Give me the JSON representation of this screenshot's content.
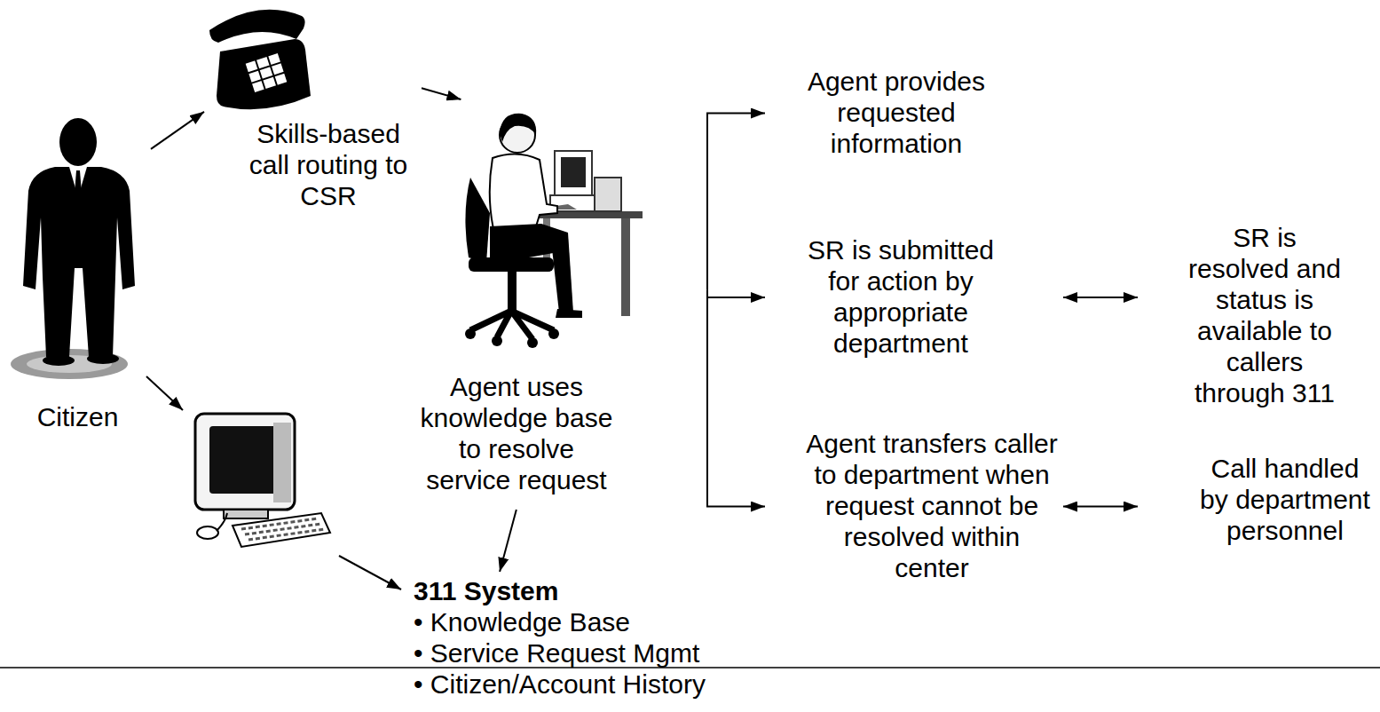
{
  "diagram": {
    "nodes": [
      {
        "text": [
          "Citizen"
        ]
      },
      {
        "text": [
          "Skills-based call routing to CSR"
        ]
      },
      {
        "text": [
          "Agent uses knowledge base to resolve service request"
        ]
      },
      {
        "text": [
          "311 System",
          "• Knowledge Base",
          "• Service Request Mgmt",
          "• Citizen/Account History"
        ]
      },
      {
        "text": [
          "Agent provides requested information"
        ]
      },
      {
        "text": [
          "SR is submitted for action by appropriate department"
        ]
      },
      {
        "text": [
          "SR is resolved and status is available to callers through 311"
        ]
      },
      {
        "text": [
          "Agent transfers caller to department when request cannot be resolved within center"
        ]
      },
      {
        "text": [
          "Call handled by department personnel"
        ]
      }
    ],
    "edges": [
      {
        "from": 0,
        "to": 1,
        "arrow": "to"
      },
      {
        "from": 1,
        "to": 2,
        "arrow": "to"
      },
      {
        "from": 2,
        "to": 3,
        "arrow": "to"
      },
      {
        "from": 2,
        "to": 4,
        "arrow": "to"
      },
      {
        "from": 2,
        "to": 5,
        "arrow": "to"
      },
      {
        "from": 2,
        "to": 7,
        "arrow": "to"
      },
      {
        "from": 5,
        "to": 6,
        "arrow": "both"
      },
      {
        "from": 7,
        "to": 8,
        "arrow": "both"
      }
    ]
  }
}
